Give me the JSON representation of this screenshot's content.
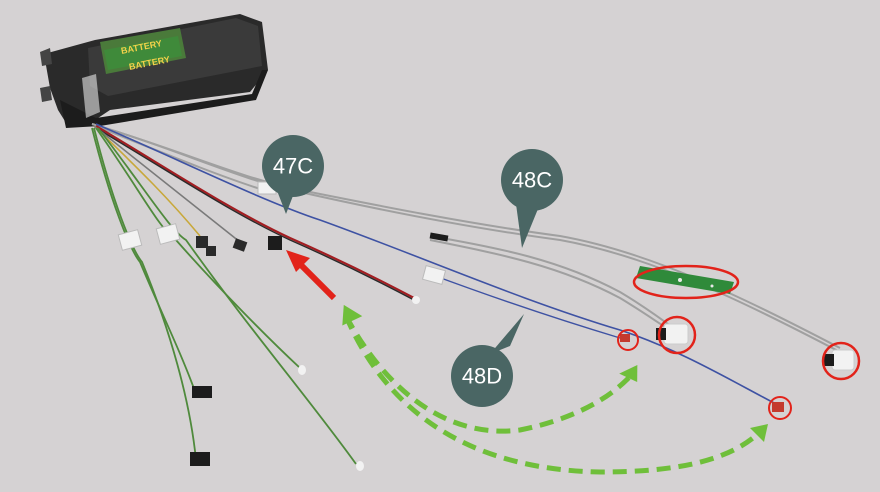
{
  "labels": {
    "label_47c": "47C",
    "label_48c": "48C",
    "label_48d": "48D"
  },
  "battery": {
    "text_top": "BATTERY",
    "text_bottom": "BATTERY"
  },
  "colors": {
    "background": "#d5d2d3",
    "badge_fill": "#4a6664",
    "highlight_red": "#e2231a",
    "arrow_green": "#6fbf3a",
    "wire_red": "#a31e22",
    "wire_blue": "#3e52a3",
    "wire_green": "#4f8a3c",
    "wire_gray": "#9a9a9a",
    "pcb_green": "#2f8a3a",
    "battery_body": "#2b2b2b"
  }
}
